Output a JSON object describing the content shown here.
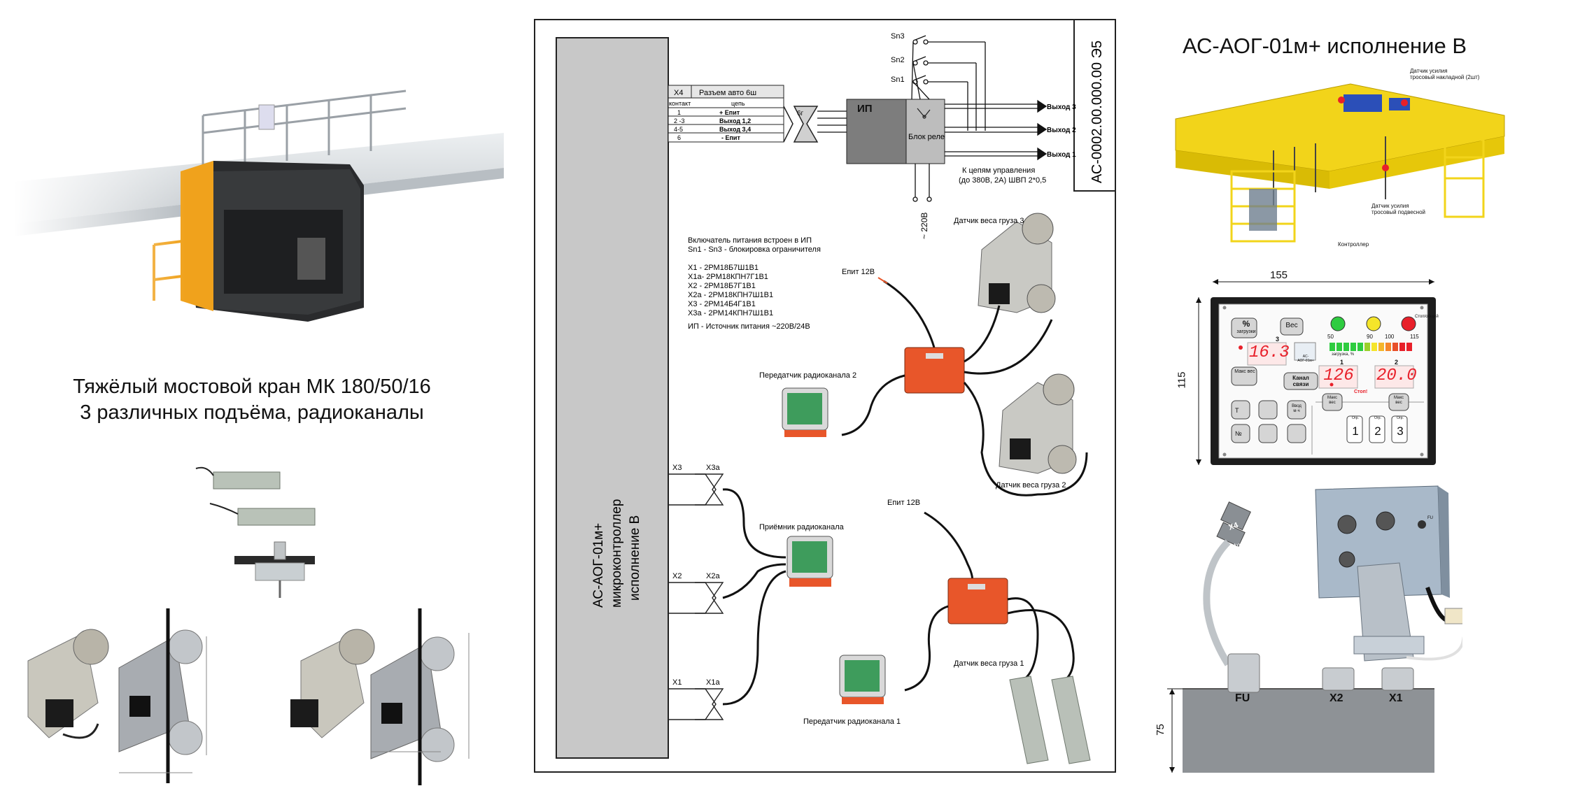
{
  "left": {
    "caption_line1": "Тяжёлый мостовой кран МК 180/50/16",
    "caption_line2": "3 различных подъёма, радиоканалы"
  },
  "schematic": {
    "doc_code": "АС-0002.00.000.00  Э5",
    "controller_label_1": "АС-АОГ-01м+",
    "controller_label_2": "микроконтроллер",
    "controller_label_3": "исполнение В",
    "connector_table": {
      "header_col1": "X4",
      "header_col2": "Разъем авто 6ш",
      "sub_col1": "контакт",
      "sub_col2": "цепь",
      "rows": [
        {
          "contact": "1",
          "circuit": "+ Епит"
        },
        {
          "contact": "2 -3",
          "circuit": "Выход 1,2"
        },
        {
          "contact": "4-5",
          "circuit": "Выход 3,4"
        },
        {
          "contact": "6",
          "circuit": "- Епит"
        }
      ]
    },
    "plug_label": "6г",
    "ip_label": "ИП",
    "relay_label": "Блок реле",
    "switches": [
      "Sn3",
      "Sn2",
      "Sn1"
    ],
    "outputs": [
      "Выход 3",
      "Выход 2",
      "Выход 1"
    ],
    "control_note_1": "К цепям управления",
    "control_note_2": "(до 380В, 2А) ШВП 2*0,5",
    "mains_label": "~ 220В",
    "notes": [
      "Включатель питания встроен в ИП",
      "Sn1 - Sn3 - блокировка ограничителя",
      "",
      "X1 -   2РМ18Б7Ш1В1",
      "X1а-  2РМ18КПН7Г1В1",
      "X2 -   2РМ18Б7Г1В1",
      "X2а - 2РМ18КПН7Ш1В1",
      "X3 -   2РМ14Б4Г1В1",
      "X3а - 2РМ14КПН7Ш1В1",
      "",
      "ИП - Источник питания  ~220В/24В"
    ],
    "sensor3_label": "Датчик веса груза 3",
    "sensor2_label": "Датчик веса груза 2",
    "sensor1_label": "Датчик веса груза 1",
    "epit_top": "Епит 12В",
    "epit_bottom": "Епит 12В",
    "tx2_label": "Передатчик радиоканала 2",
    "tx1_label": "Передатчик радиоканала 1",
    "rx_label": "Приёмник  радиоканала",
    "conn_x3": "X3",
    "conn_x3a": "X3a",
    "conn_x2": "X2",
    "conn_x2a": "X2a",
    "conn_x1": "X1",
    "conn_x1a": "X1a"
  },
  "right": {
    "title": "АС-АОГ-01м+ исполнение В",
    "crane_note_1a": "Датчик усилия",
    "crane_note_1b": "тросовый накладной (2шт)",
    "crane_note_2a": "Датчик усилия",
    "crane_note_2b": "тросовый подвесной",
    "crane_note_3": "Контроллер",
    "dim_width": "155",
    "dim_height": "115",
    "dim_box_height": "75",
    "panel": {
      "btn_percent": "%",
      "btn_percent_sub": "загрузки",
      "btn_weight": "Вес",
      "lamp_labels": [
        "",
        "Стоп/общий"
      ],
      "scale": [
        "50",
        "90",
        "100",
        "115"
      ],
      "load_label": "загрузка, %",
      "display_3": "16.3",
      "display_1": "126",
      "display_2": "20.0",
      "num_3": "3",
      "num_1": "1",
      "num_2": "2",
      "btn_max": "Макс вес",
      "btn_channel": "Канал связи",
      "btn_input": "Ввод м·ч",
      "stop": "Стоп!",
      "limit": "Огр.",
      "limit_nums": [
        "1",
        "2",
        "3"
      ],
      "btn_T": "T",
      "btn_N": "№",
      "logo": "АС-АОГ-01м+"
    },
    "box_x4": "X4",
    "box_4sh": "4ш",
    "box_fu_top": "FU",
    "box_fu": "FU",
    "box_x2": "X2",
    "box_x1": "X1"
  },
  "colors": {
    "crane_yellow": "#f2d41a",
    "cab_orange": "#f0a21c",
    "transmitter_orange": "#e8562a",
    "board_green": "#3e9c5c",
    "schematic_grey": "#c8c8c8",
    "display_red": "#e8202a",
    "box_blue": "#a9b9c9"
  }
}
